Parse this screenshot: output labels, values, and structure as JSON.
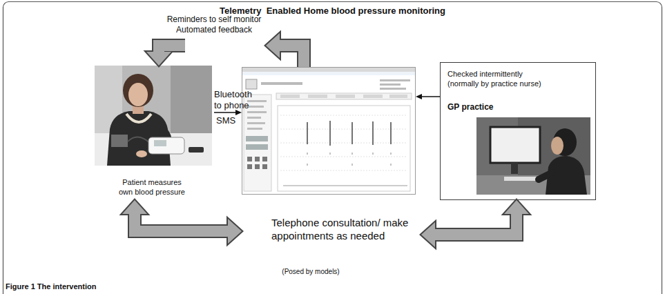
{
  "diagram": {
    "title": "Telemetry  Enabled Home blood pressure monitoring",
    "caption": "Figure 1 The intervention",
    "nodes": [
      {
        "text": [
          "Patient measures own blood pressure"
        ]
      },
      {
        "text": []
      },
      {
        "text": [
          "Checked intermittently (normally by practice nurse)",
          "GP practice"
        ]
      }
    ],
    "edges": [
      {
        "from": 0,
        "to": 1,
        "arrow": "to",
        "label": "Bluetooth to phone"
      },
      {
        "from": 2,
        "to": 1,
        "arrow": "to"
      },
      {
        "from": 1,
        "to": 0,
        "arrow": "to",
        "label": "Reminders to self monitor Automated feedback"
      },
      {
        "from": 0,
        "to": 2,
        "arrow": "both",
        "label": "Telephone consultation/ make appointments as needed"
      }
    ],
    "labels": [
      "SMS",
      "(Posed by models)"
    ]
  }
}
